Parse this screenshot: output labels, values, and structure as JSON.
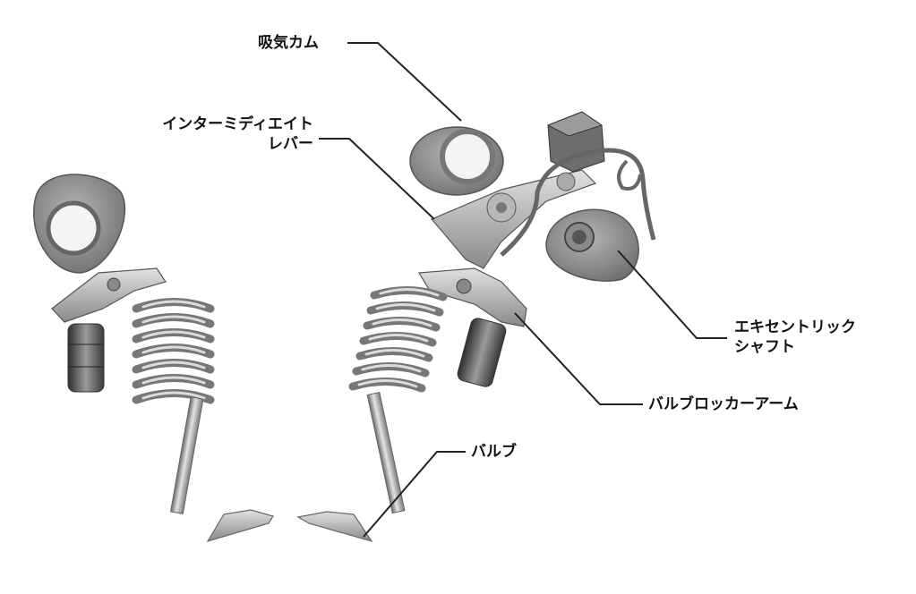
{
  "labels": {
    "intake_cam": "吸気カム",
    "intermediate_lever": [
      "インターミディエイト",
      "レバー"
    ],
    "eccentric_shaft": [
      "エキセントリック",
      "シャフト"
    ],
    "valve_rocker_arm": "バルブロッカーアーム",
    "valve": "バルブ"
  },
  "colors": {
    "text": "#111111",
    "leader": "#222222",
    "metal_light": "#d9d9d9",
    "metal_mid": "#a8a8a8",
    "metal_dark": "#5e5e5e"
  }
}
